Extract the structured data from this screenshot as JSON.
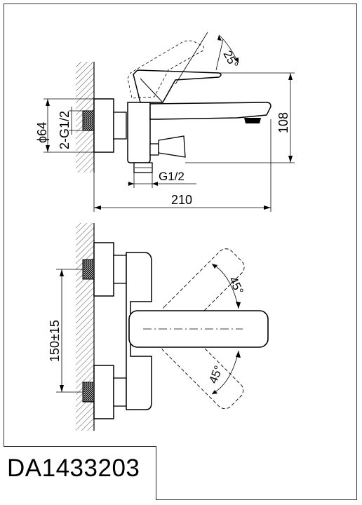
{
  "product_code": "DA1433203",
  "dimensions": {
    "lever_angle": "25°",
    "height": "108",
    "diameter": "ϕ64",
    "inlet_thread": "2-G1/2",
    "outlet_thread": "G1/2",
    "length": "210",
    "center_distance": "150±15",
    "rotation_upper": "45°",
    "rotation_lower": "45°"
  }
}
